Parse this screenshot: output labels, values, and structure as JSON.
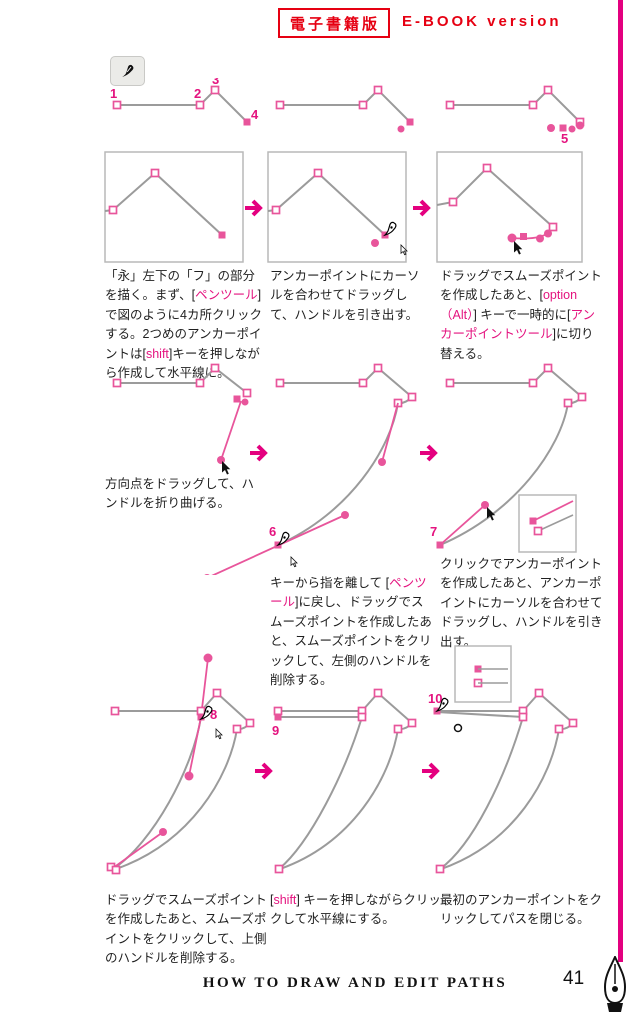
{
  "header": {
    "badge_label": "電子書籍版",
    "version_label": "E-BOOK version"
  },
  "icons": {
    "pen_tool_button": "pen-nib-icon",
    "pen_cursor": "pen-nib-cursor-icon",
    "pointer_cursor": "arrow-cursor-icon",
    "flow_arrow": "right-arrow-icon",
    "footer_emblem": "fountain-pen-nib-icon"
  },
  "colors": {
    "accent_pink": "#e8559b",
    "label_magenta": "#e4137f",
    "arrow_magenta": "#e4007f",
    "header_red": "#e60012",
    "path_gray": "#9b9b9b",
    "edge_rule_pink": "#e3007f"
  },
  "step_labels": {
    "s1": "1",
    "s2": "2",
    "s3": "3",
    "s4": "4",
    "s5": "5",
    "s6": "6",
    "s7": "7",
    "s8": "8",
    "s9": "9",
    "s10": "10"
  },
  "captions": {
    "c1": {
      "p1": "「永」左下の「フ」の部分を描く。まず、[",
      "h1": "ペンツール",
      "p2": "]で図のように4カ所クリックする。2つめのアンカーポイントは[",
      "h2": "shift",
      "p3": "]キーを押しながら作成して水平線に。"
    },
    "c2": {
      "p1": "アンカーポイントにカーソルを合わせてドラッグして、ハンドルを引き出す。"
    },
    "c3": {
      "p1": "ドラッグでスムーズポイントを作成したあと、[",
      "h1": "option（Alt）",
      "p2": "] キーで一時的に[",
      "h2": "アンカーポイントツール",
      "p3": "]に切り替える。"
    },
    "c4": {
      "p1": "方向点をドラッグして、ハンドルを折り曲げる。"
    },
    "c5": {
      "p1": "キーから指を離して [",
      "h1": "ペンツール",
      "p2": "]に戻し、ドラッグでスムーズポイントを作成したあと、スムーズポイントをクリックして、左側のハンドルを削除する。"
    },
    "c6": {
      "p1": "クリックでアンカーポイントを作成したあと、アンカーポイントにカーソルを合わせてドラッグし、ハンドルを引き出す。"
    },
    "c7": {
      "p1": "ドラッグでスムーズポイントを作成したあと、スムーズポイントをクリックして、上側のハンドルを削除する。"
    },
    "c8": {
      "p1": "[",
      "h1": "shift",
      "p2": "] キーを押しながらクリックして水平線にする。"
    },
    "c9": {
      "p1": "最初のアンカーポイントをクリックしてパスを閉じる。"
    }
  },
  "footer": {
    "running_title": "HOW TO DRAW AND EDIT PATHS",
    "page_number": "41"
  }
}
